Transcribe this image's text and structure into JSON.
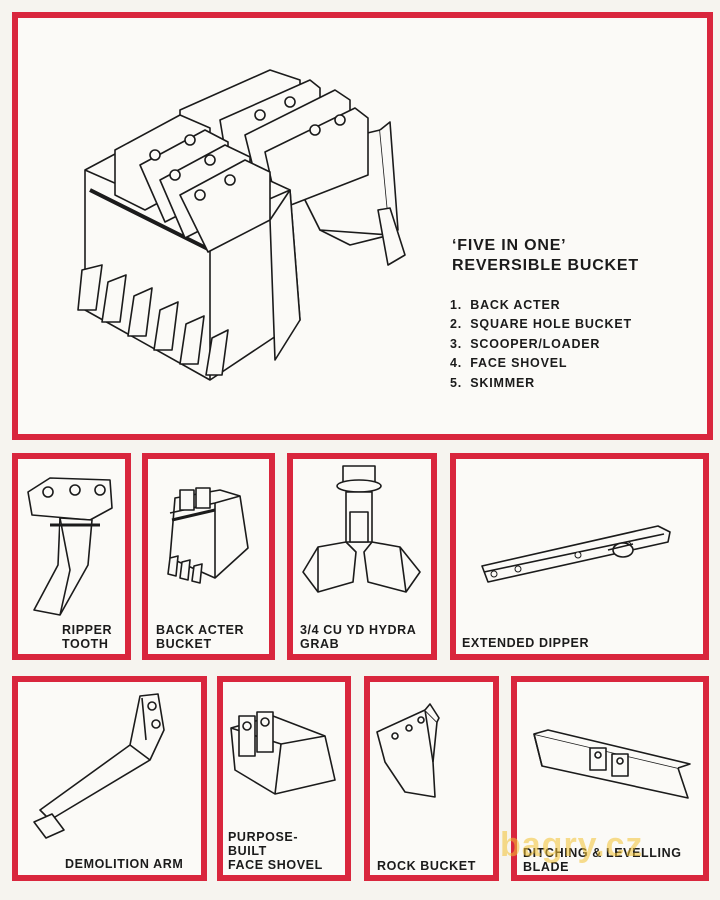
{
  "main": {
    "title_line1": "‘FIVE IN ONE’",
    "title_line2": "REVERSIBLE BUCKET",
    "list": [
      {
        "num": "1.",
        "label": "BACK ACTER"
      },
      {
        "num": "2.",
        "label": "SQUARE HOLE BUCKET"
      },
      {
        "num": "3.",
        "label": "SCOOPER/LOADER"
      },
      {
        "num": "4.",
        "label": "FACE SHOVEL"
      },
      {
        "num": "5.",
        "label": "SKIMMER"
      }
    ]
  },
  "row1": {
    "ripper_tooth": [
      "RIPPER",
      "TOOTH"
    ],
    "back_acter_bucket": [
      "BACK ACTER",
      "BUCKET"
    ],
    "hydra_grab": [
      "3/4 Cu Yd HYDRA",
      "GRAB"
    ],
    "extended_dipper": [
      "EXTENDED DIPPER"
    ]
  },
  "row2": {
    "demolition_arm": [
      "DEMOLITION ARM"
    ],
    "face_shovel": [
      "PURPOSE-",
      "BUILT",
      "FACE SHOVEL"
    ],
    "rock_bucket": [
      "ROCK BUCKET"
    ],
    "ditching_blade": [
      "DITCHING & LEVELLING",
      "BLADE"
    ]
  },
  "watermark": "bagry.cz",
  "colors": {
    "frame": "#d9263d",
    "ink": "#1b1b1b",
    "paper": "#fbfaf7",
    "watermark": "#f3c233"
  }
}
